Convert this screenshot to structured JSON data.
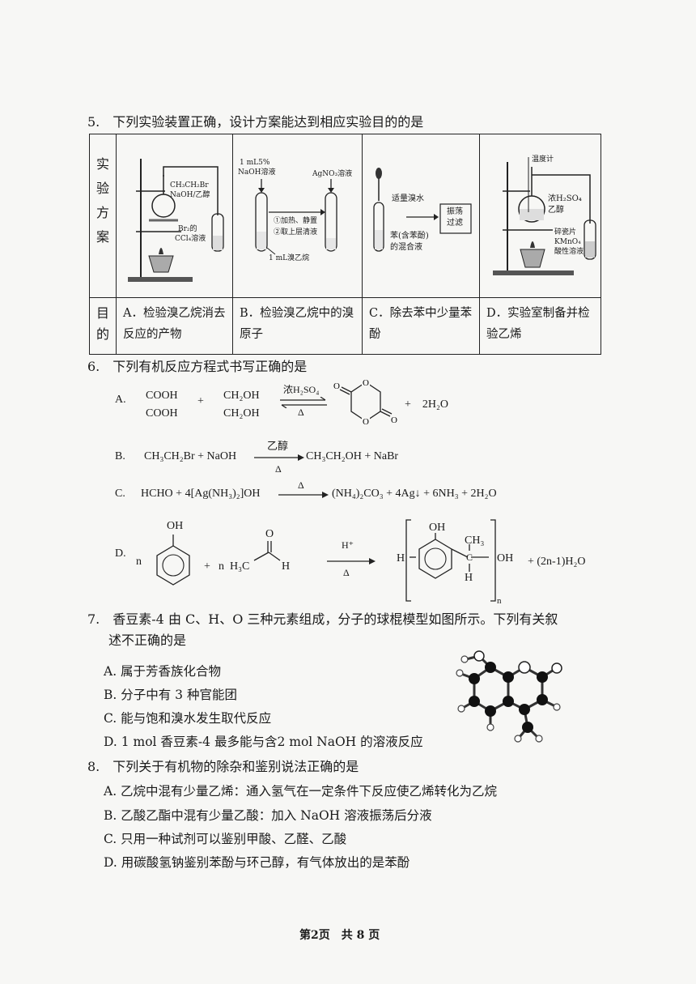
{
  "q5": {
    "stem": "5.　下列实验装置正确，设计方案能达到相应实验目的的是",
    "row_scheme": "实\n验\n方\n案",
    "row_purpose": "目的",
    "labels": {
      "a1": "CH₃CH₂Br",
      "a2": "NaOH/乙醇",
      "a3": "Br₂的",
      "a4": "CCl₄溶液",
      "b1": "1 mL5%",
      "b2": "NaOH溶液",
      "b3": "AgNO₃溶液",
      "b4": "①加热、静置",
      "b5": "②取上层清液",
      "b6": "1 mL溴乙烷",
      "c1": "适量溴水",
      "c2": "振荡",
      "c3": "过滤",
      "c4": "苯(含苯酚)",
      "c5": "的混合液",
      "d1": "温度计",
      "d2": "浓H₂SO₄",
      "d3": "乙醇",
      "d4": "碎瓷片",
      "d5": "KMnO₄",
      "d6": "酸性溶液"
    },
    "options": [
      "A．检验溴乙烷消去反应的产物",
      "B．检验溴乙烷中的溴原子",
      "C．除去苯中少量苯酚",
      "D．实验室制备并检验乙烯"
    ]
  },
  "q6": {
    "stem": "6.　下列有机反应方程式书写正确的是",
    "A": {
      "label": "A.",
      "r1a": "COOH",
      "r1b": "COOH",
      "plus": "+",
      "r2a": "CH₂OH",
      "r2b": "CH₂OH",
      "cond_top": "浓H₂SO₄",
      "cond_bottom": "Δ",
      "product_extra": "+　2H₂O"
    },
    "B": {
      "label": "B.",
      "left": "CH₃CH₂Br + NaOH",
      "cond_top": "乙醇",
      "cond_bottom": "Δ",
      "right": "CH₃CH₂OH + NaBr"
    },
    "C": {
      "label": "C.",
      "left": "HCHO + 4[Ag(NH₃)₂]OH",
      "cond_top": "Δ",
      "right": "(NH₄)₂CO₃ + 4Ag↓ + 6NH₃ + 2H₂O"
    },
    "D": {
      "label": "D.",
      "n": "n",
      "oh": "OH",
      "plus": "+",
      "coef": "n",
      "h3c": "H₃C",
      "o": "O",
      "h": "H",
      "cond_top": "H⁺",
      "cond_bottom": "Δ",
      "endH": "H",
      "endOH": "OH",
      "ch3": "CH₃",
      "c": "C",
      "hh": "H",
      "sub_n": "n",
      "tail": "+ (2n-1)H₂O"
    }
  },
  "q7": {
    "stem1": "7.　香豆素-4 由 C、H、O 三种元素组成，分子的球棍模型如图所示。下列有关叙",
    "stem2": "述不正确的是",
    "options": [
      "A. 属于芳香族化合物",
      "B. 分子中有 3 种官能团",
      "C. 能与饱和溴水发生取代反应",
      "D. 1 mol 香豆素-4 最多能与含2 mol NaOH 的溶液反应"
    ]
  },
  "q8": {
    "stem": "8.　下列关于有机物的除杂和鉴别说法正确的是",
    "options": [
      "A. 乙烷中混有少量乙烯：通入氢气在一定条件下反应使乙烯转化为乙烷",
      "B. 乙酸乙酯中混有少量乙酸：加入 NaOH 溶液振荡后分液",
      "C. 只用一种试剂可以鉴别甲酸、乙醛、乙酸",
      "D. 用碳酸氢钠鉴别苯酚与环己醇，有气体放出的是苯酚"
    ]
  },
  "footer": "第2页　共 8 页"
}
